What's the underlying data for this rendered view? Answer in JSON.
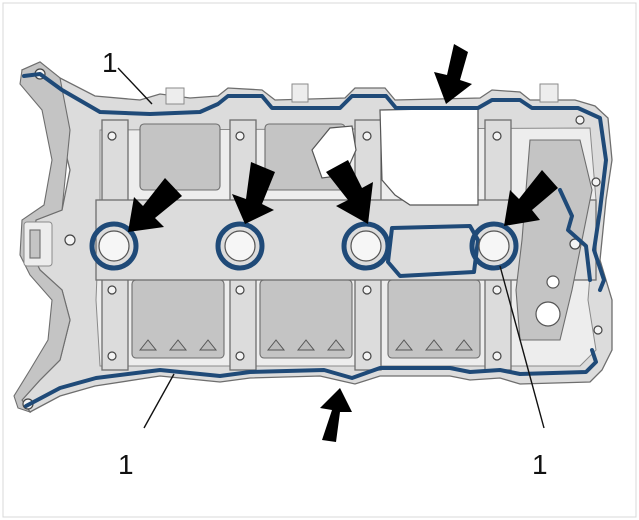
{
  "diagram": {
    "callouts": [
      {
        "id": "top-left",
        "text": "1"
      },
      {
        "id": "bottom-left",
        "text": "1"
      },
      {
        "id": "bottom-right",
        "text": "1"
      }
    ],
    "colors": {
      "gasket": "#1f4a78",
      "arrow": "#000000",
      "metal": "#dcdcdc",
      "background": "#ffffff"
    },
    "arrow_count": 6,
    "spark_plug_seal_count": 4
  }
}
